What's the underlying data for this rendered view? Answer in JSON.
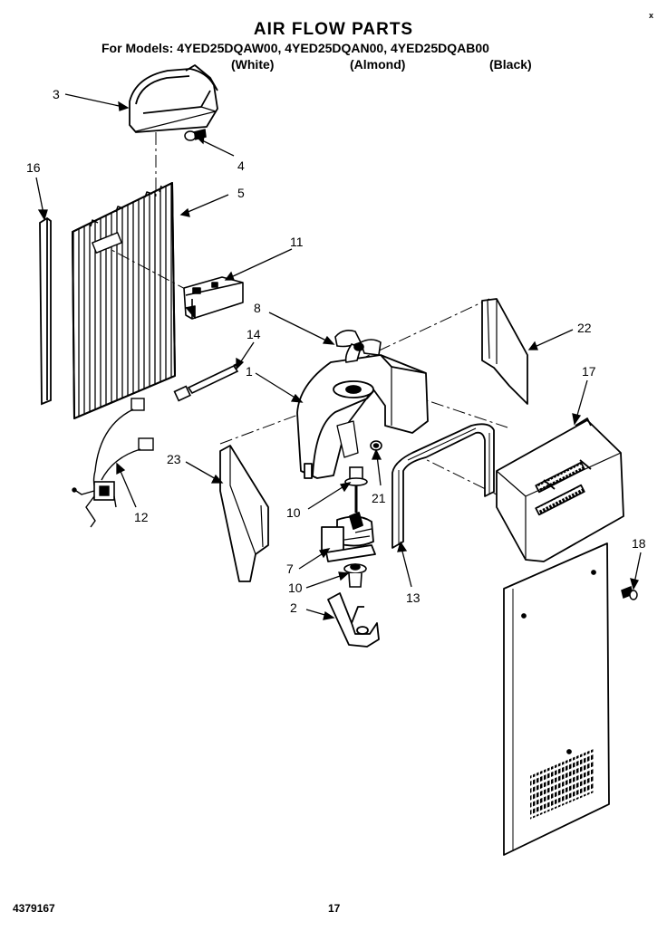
{
  "header": {
    "title": "AIR FLOW PARTS",
    "models_line": "For Models: 4YED25DQAW00,  4YED25DQAN00,  4YED25DQAB00",
    "color_white": "(White)",
    "color_almond": "(Almond)",
    "color_black": "(Black)",
    "corner_mark": "x"
  },
  "callouts": {
    "p3": "3",
    "p4": "4",
    "p5": "5",
    "p16": "16",
    "p11": "11",
    "p8": "8",
    "p14": "14",
    "p1": "1",
    "p22": "22",
    "p17": "17",
    "p23": "23",
    "p12": "12",
    "p10a": "10",
    "p21": "21",
    "p7": "7",
    "p10b": "10",
    "p13": "13",
    "p18": "18",
    "p2": "2"
  },
  "footer": {
    "part_number": "4379167",
    "page_number": "17"
  }
}
